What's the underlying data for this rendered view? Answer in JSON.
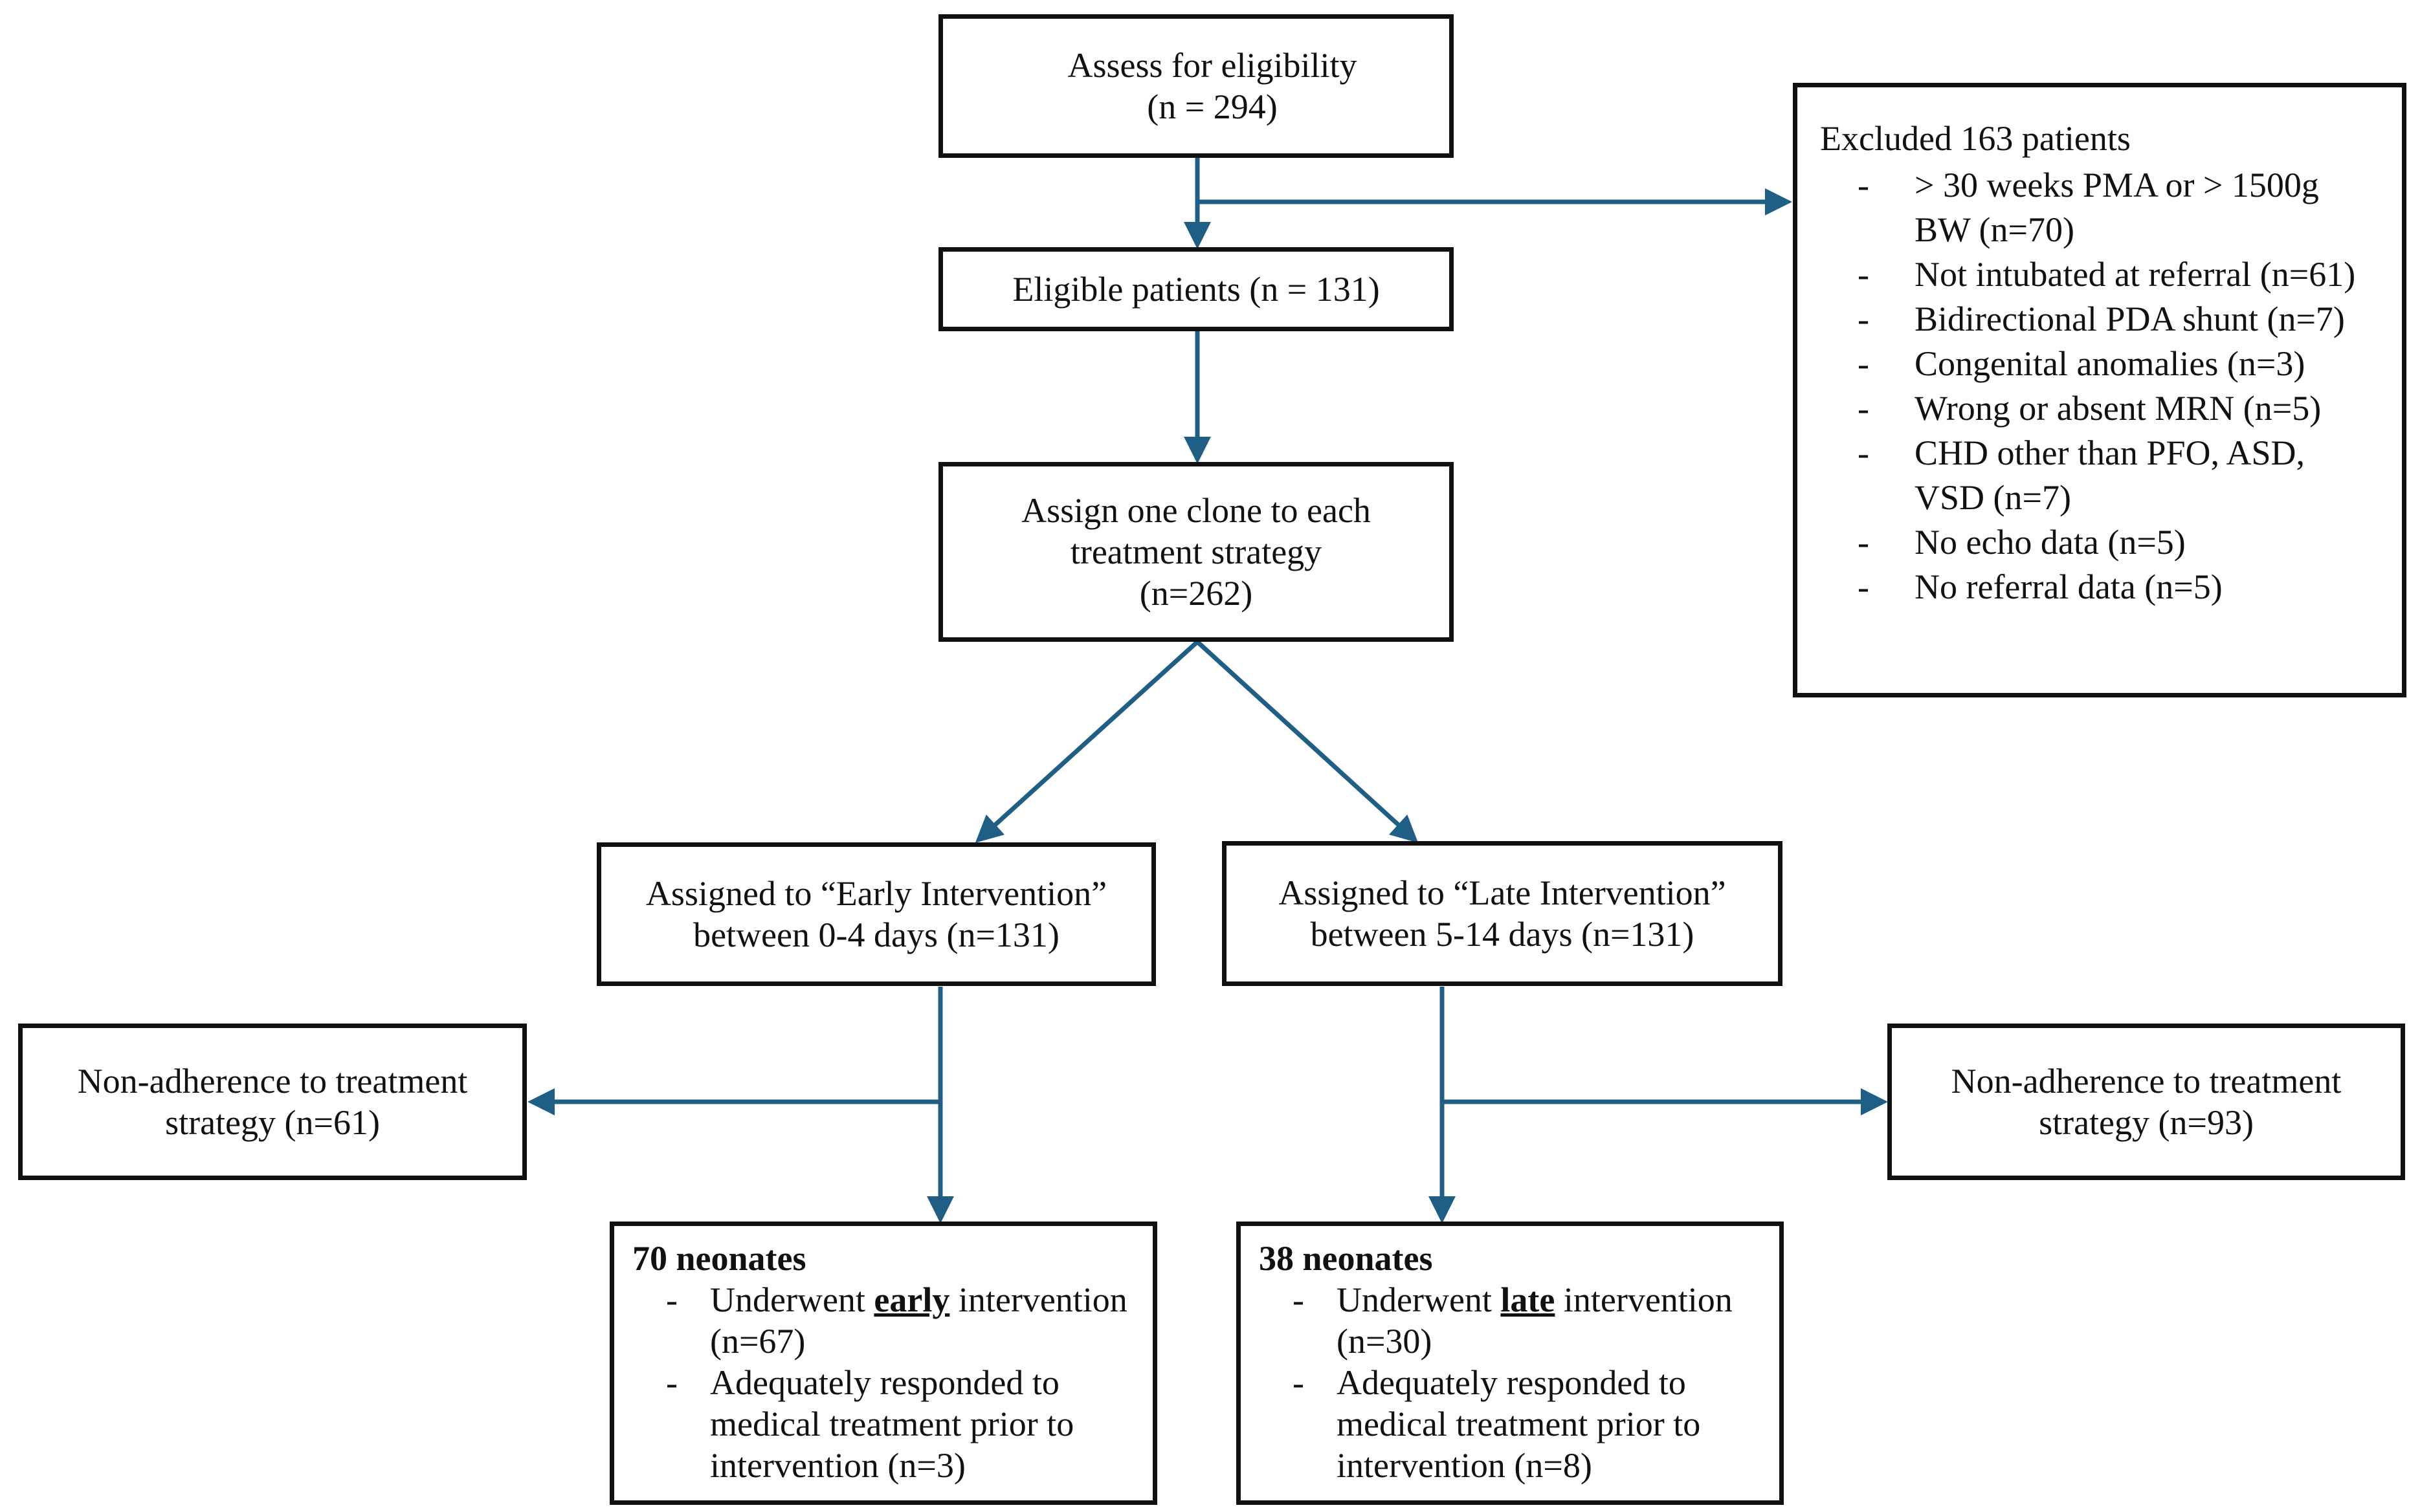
{
  "theme": {
    "arrow_color": "#1f5f86",
    "border_color": "#111111",
    "background": "#ffffff"
  },
  "assess": {
    "line1": "Assess for eligibility",
    "line2": "(n = 294)"
  },
  "eligible": {
    "label": "Eligible patients (n = 131)"
  },
  "assign": {
    "line1": "Assign one clone to each",
    "line2": "treatment strategy",
    "line3": "(n=262)"
  },
  "excluded": {
    "title": "Excluded 163 patients",
    "items": [
      "> 30 weeks PMA or > 1500g BW (n=70)",
      "Not intubated at referral (n=61)",
      "Bidirectional PDA shunt (n=7)",
      "Congenital anomalies (n=3)",
      "Wrong or absent MRN (n=5)",
      "CHD other than PFO, ASD, VSD (n=7)",
      "No echo data (n=5)",
      "No referral data (n=5)"
    ]
  },
  "early": {
    "line1": "Assigned to “Early Intervention”",
    "line2": "between 0-4 days (n=131)"
  },
  "late": {
    "line1": "Assigned to “Late Intervention”",
    "line2": "between 5-14 days (n=131)"
  },
  "nonadherence_early": {
    "line1": "Non-adherence to treatment",
    "line2": "strategy (n=61)"
  },
  "nonadherence_late": {
    "line1": "Non-adherence to treatment",
    "line2": "strategy (n=93)"
  },
  "early_result": {
    "title": "70 neonates",
    "item1_prefix": "Underwent ",
    "item1_emph": "early",
    "item1_suffix": " intervention (n=67)",
    "item2": "Adequately responded to medical treatment prior to intervention (n=3)"
  },
  "late_result": {
    "title": "38 neonates",
    "item1_prefix": "Underwent ",
    "item1_emph": "late",
    "item1_suffix": " intervention (n=30)",
    "item2": "Adequately responded to medical treatment prior to intervention (n=8)"
  }
}
